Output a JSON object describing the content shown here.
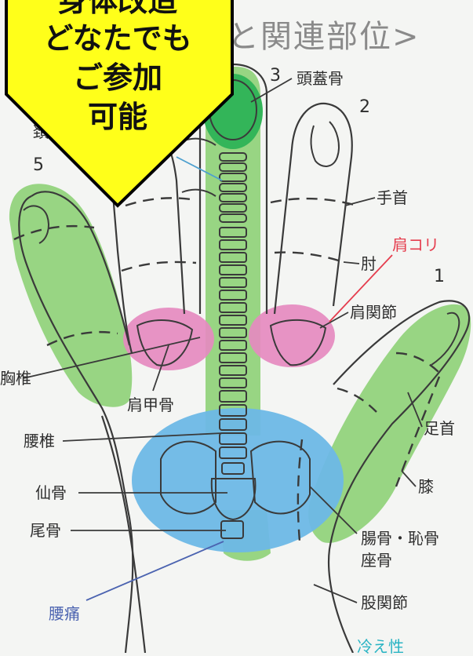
{
  "heading": "と関連部位>",
  "badge": {
    "lines": [
      "身体改造",
      "どなたでも",
      "ご参加",
      "可能"
    ],
    "fill": "#ffff1a",
    "stroke": "#000000"
  },
  "colors": {
    "green": "#8fd17a",
    "dark_green": "#33b559",
    "pink": "#e58ac0",
    "blue": "#6db8e6",
    "outline": "#3a3a3a",
    "red_label": "#e53d4e",
    "blue_label": "#4b63b0",
    "teal_label": "#2ab4c4"
  },
  "finger_numbers": {
    "n1": "1",
    "n2": "2",
    "n3": "3",
    "n5": "5"
  },
  "partial_label_left": "頚",
  "labels": {
    "skull": "頭蓋骨",
    "wrist": "手首",
    "stiff_shoulder": "肩コリ",
    "elbow": "肘",
    "shoulder_joint": "肩関節",
    "thoracic": "胸椎",
    "scapula": "肩甲骨",
    "ankle": "足首",
    "lumbar": "腰椎",
    "knee": "膝",
    "sacrum": "仙骨",
    "coccyx": "尾骨",
    "ilium_pubis_1": "腸骨・恥骨",
    "ilium_pubis_2": "座骨",
    "back_pain": "腰痛",
    "hip_joint": "股関節",
    "cold": "冷え性"
  }
}
